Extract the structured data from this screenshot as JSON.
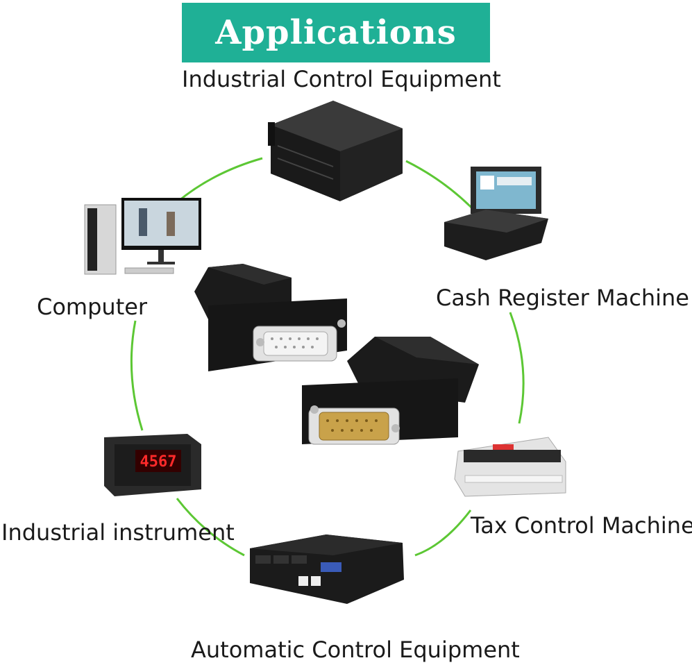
{
  "banner": {
    "title": "Applications"
  },
  "applications": [
    {
      "label": "Industrial Control Equipment",
      "icon": "server-chassis-icon"
    },
    {
      "label": "Cash Register Machine",
      "icon": "pos-terminal-icon"
    },
    {
      "label": "Computer",
      "icon": "desktop-computer-icon"
    },
    {
      "label": "Industrial instrument",
      "icon": "digital-meter-icon"
    },
    {
      "label": "Tax Control Machine",
      "icon": "dot-matrix-printer-icon"
    },
    {
      "label": "Automatic Control Equipment",
      "icon": "industrial-pc-icon"
    }
  ],
  "meter_display": "4567",
  "colors": {
    "banner": "#1fb096",
    "ring": "#5cc734",
    "text": "#1a1a1a"
  }
}
